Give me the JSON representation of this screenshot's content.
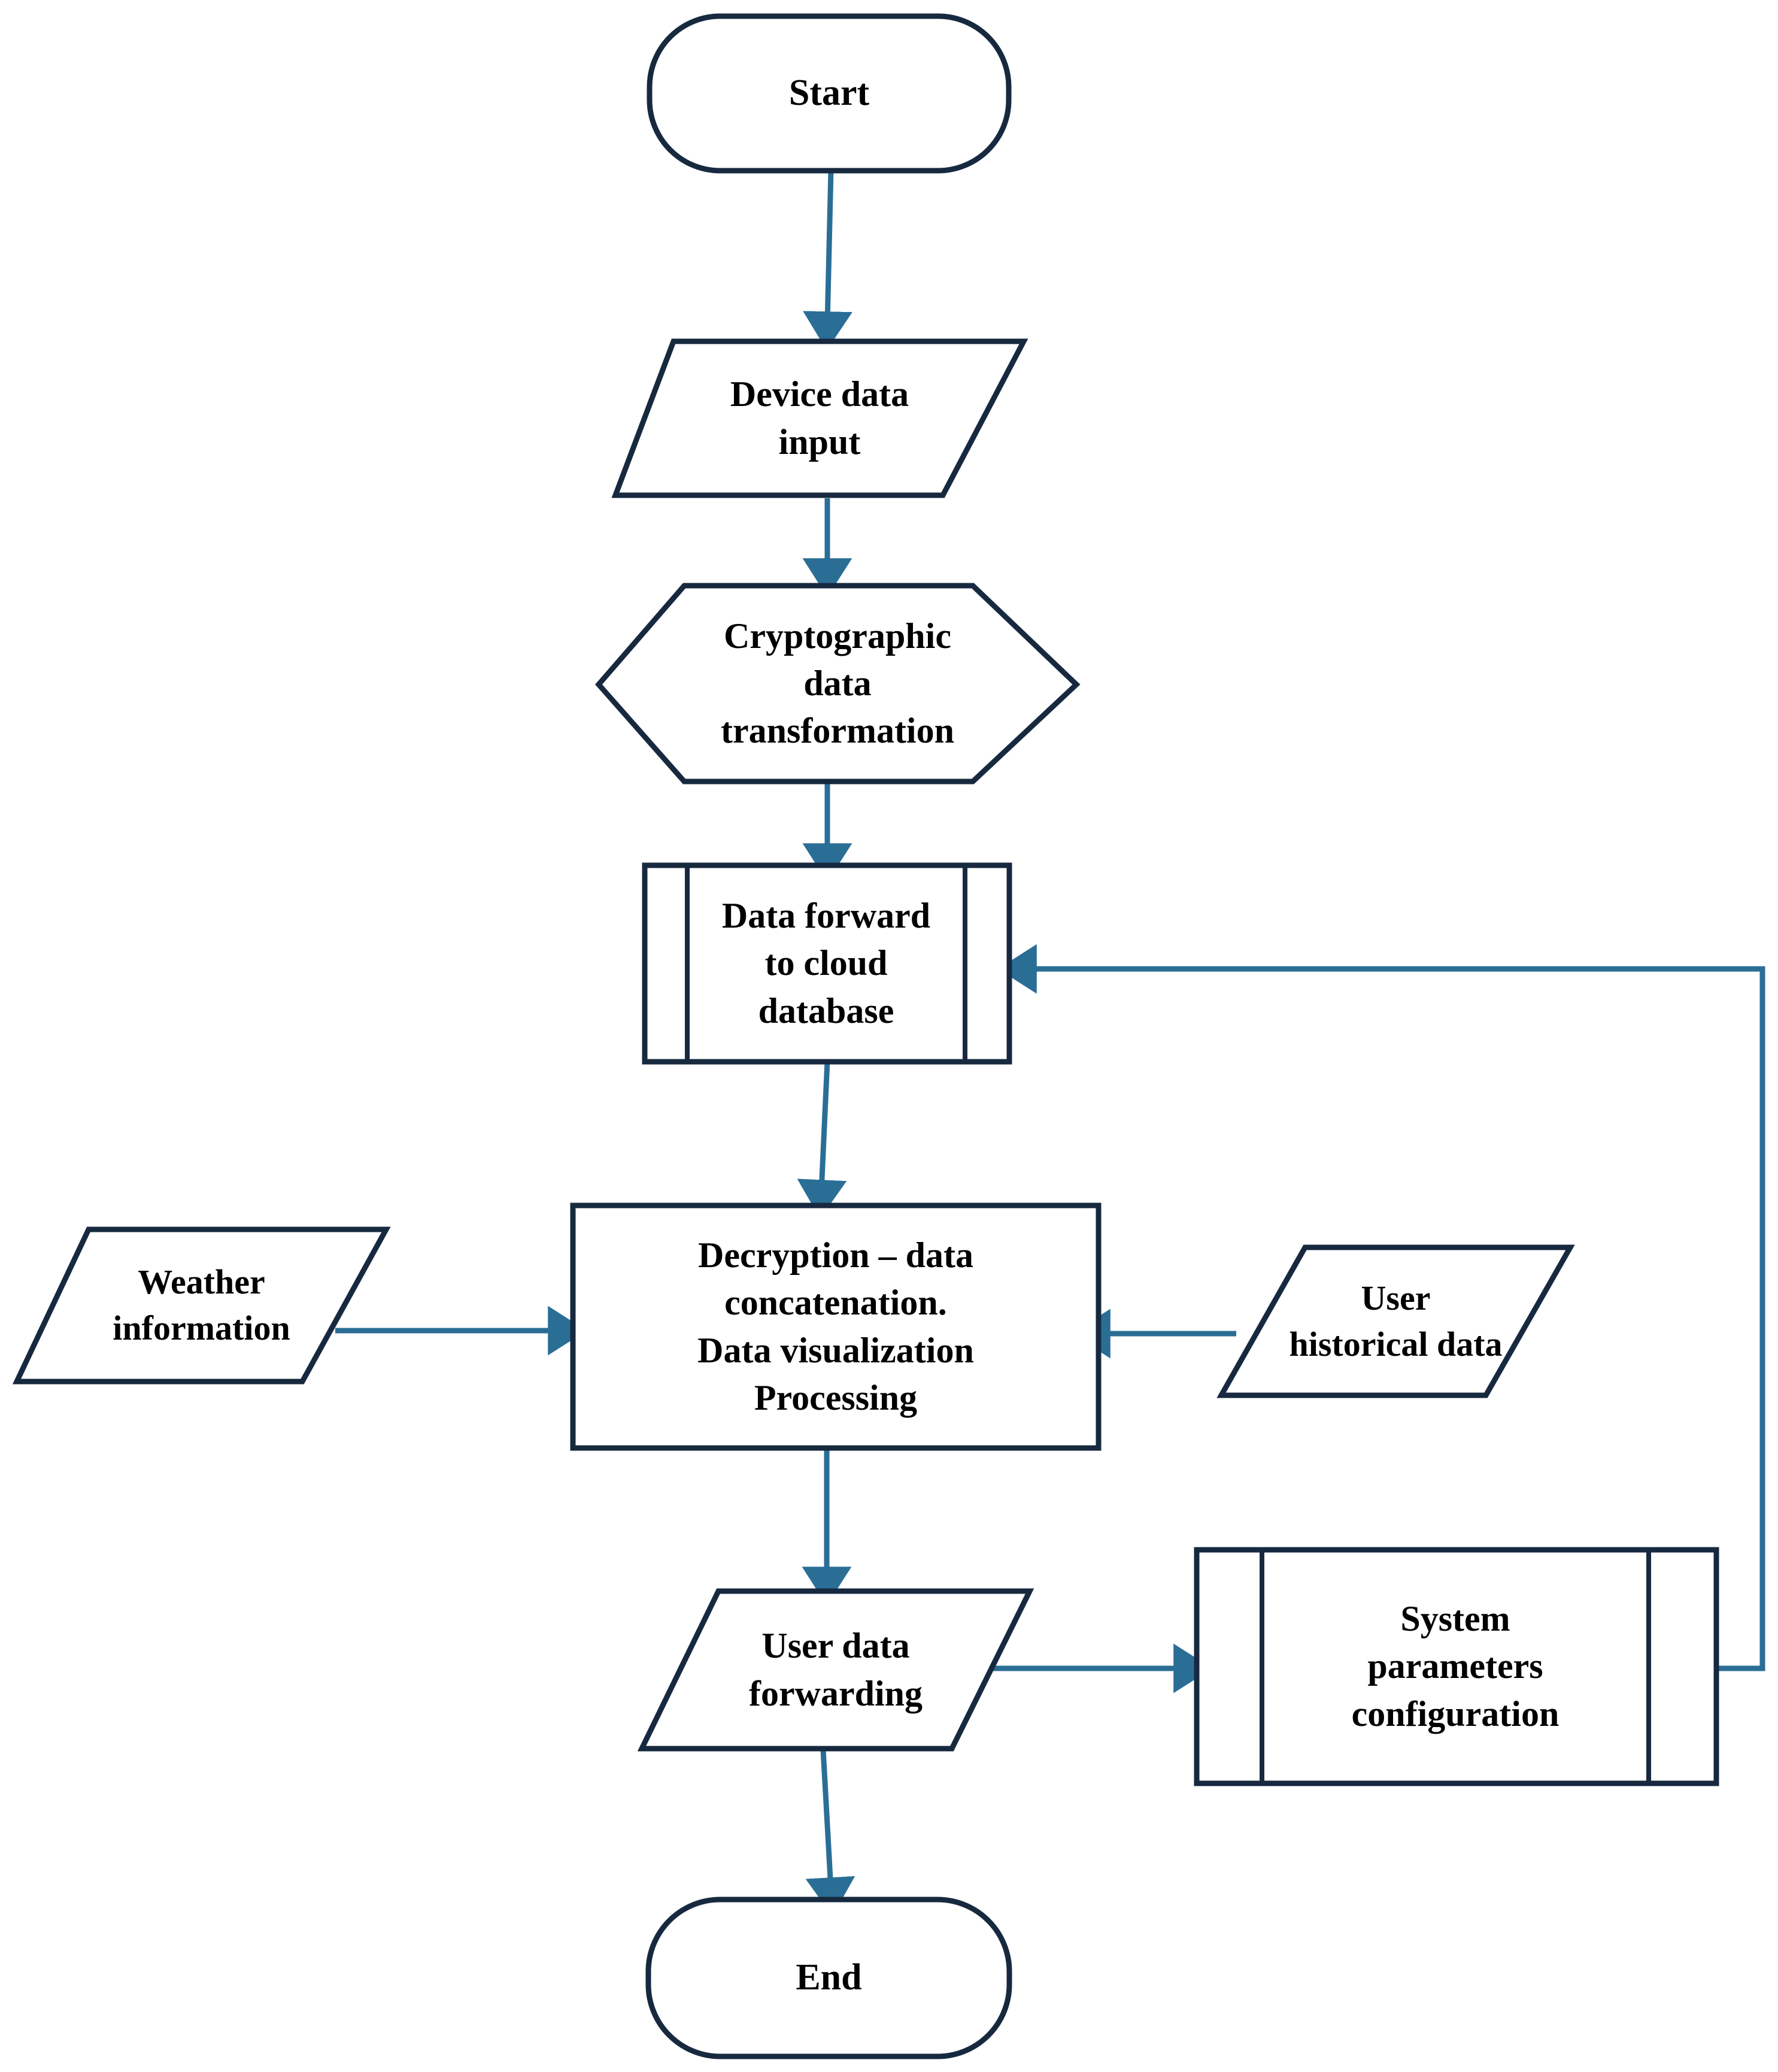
{
  "diagram": {
    "type": "flowchart",
    "orientation": "top-to-bottom",
    "background_color": "#ffffff",
    "shape_outline_color": "#17293f",
    "connector_color": "#2a6e96",
    "text_color": "#000000"
  },
  "nodes": {
    "start": {
      "label": "Start",
      "shape": "terminator"
    },
    "device_input": {
      "label": "Device data\ninput",
      "shape": "parallelogram-input"
    },
    "crypto": {
      "label": "Cryptographic\ndata\ntransformation",
      "shape": "hexagon-preparation"
    },
    "cloud_db": {
      "label": "Data forward\nto cloud\ndatabase",
      "shape": "predefined-process"
    },
    "decryption": {
      "label": "Decryption – data\nconcatenation.\nData visualization\nProcessing",
      "shape": "process-rectangle"
    },
    "weather": {
      "label": "Weather\ninformation",
      "shape": "parallelogram-input"
    },
    "history": {
      "label": "User\nhistorical data",
      "shape": "parallelogram-input"
    },
    "forwarding": {
      "label": "User data\nforwarding",
      "shape": "parallelogram-input"
    },
    "sysparams": {
      "label": "System\nparameters\nconfiguration",
      "shape": "predefined-process"
    },
    "end": {
      "label": "End",
      "shape": "terminator"
    }
  },
  "edges": [
    {
      "from": "start",
      "to": "device_input",
      "direction": "down",
      "arrowhead": true
    },
    {
      "from": "device_input",
      "to": "crypto",
      "direction": "down",
      "arrowhead": true
    },
    {
      "from": "crypto",
      "to": "cloud_db",
      "direction": "down",
      "arrowhead": true
    },
    {
      "from": "cloud_db",
      "to": "decryption",
      "direction": "down",
      "arrowhead": true
    },
    {
      "from": "weather",
      "to": "decryption",
      "direction": "right",
      "arrowhead": true
    },
    {
      "from": "history",
      "to": "decryption",
      "direction": "left",
      "arrowhead": true
    },
    {
      "from": "decryption",
      "to": "forwarding",
      "direction": "down",
      "arrowhead": true
    },
    {
      "from": "forwarding",
      "to": "sysparams",
      "direction": "right",
      "arrowhead": true
    },
    {
      "from": "forwarding",
      "to": "end",
      "direction": "down",
      "arrowhead": true
    },
    {
      "from": "sysparams",
      "to": "cloud_db",
      "direction": "feedback-loop-right",
      "arrowhead": true
    }
  ]
}
